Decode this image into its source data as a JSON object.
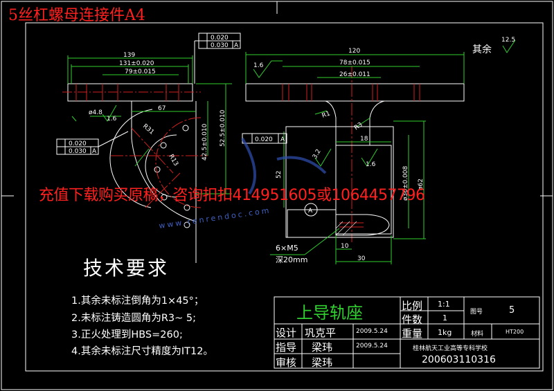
{
  "watermark_title": "5丝杠螺母连接件A4",
  "watermark_ad": "充值下载购买原稿，咨询扣扣414951605或1064457796",
  "watermark_url": "www.renrendoc.com",
  "tech_requirements": {
    "title": "技术要求",
    "items": [
      "1.其余未标注倒角为1×45°；",
      "2.未标注铸造圆角为R3~ 5;",
      "3.正火处理到HBS=260;",
      "4.其余未标注尺寸精度为IT12。"
    ]
  },
  "title_block": {
    "part_name": "上导轨座",
    "scale_label": "比例",
    "scale_value": "1:1",
    "count_label": "件数",
    "count_value": "1",
    "drawing_no_label": "图号",
    "drawing_no_value": "5",
    "weight_label": "重量",
    "weight_value": "1kg",
    "material_label": "材料",
    "material_value": "HT200",
    "design_label": "设计",
    "designer": "巩克平",
    "design_date": "2009.5.24",
    "guide_label": "指导",
    "guide_name": "梁玮",
    "guide_date": "2009.5.24",
    "review_label": "审核",
    "review_name": "梁玮",
    "school": "桂林航天工业高等专科学校",
    "student_id": "200603110316"
  },
  "dimensions": {
    "left_139": "139",
    "left_131": "131±0.020",
    "left_79": "79±0.015",
    "left_67": "67",
    "left_phi48": "ø4.8",
    "left_r31": "R31",
    "left_r13": "R13",
    "left_425": "42.5±0.010",
    "left_525": "52.5±0.010",
    "right_120": "120",
    "right_78": "78±0.015",
    "right_26": "26±0.011",
    "right_r1": "R1",
    "right_r3": "R3",
    "right_18": "18",
    "right_52": "52",
    "right_phi36": "ø36±0.008",
    "right_phi62": "ø62",
    "right_10": "10",
    "right_30": "30",
    "thread_note_1": "6×M5",
    "thread_note_2": "深20mm",
    "section_mark": "A",
    "rough_16a": "1.6",
    "rough_16b": "1.6",
    "rough_16c": "1.6",
    "rough_32": "3.2",
    "rough_rest_label": "其余",
    "rough_rest_value": "12.5",
    "tol_perp": "0.020",
    "tol_par": "0.030",
    "tol_datum": "A"
  }
}
